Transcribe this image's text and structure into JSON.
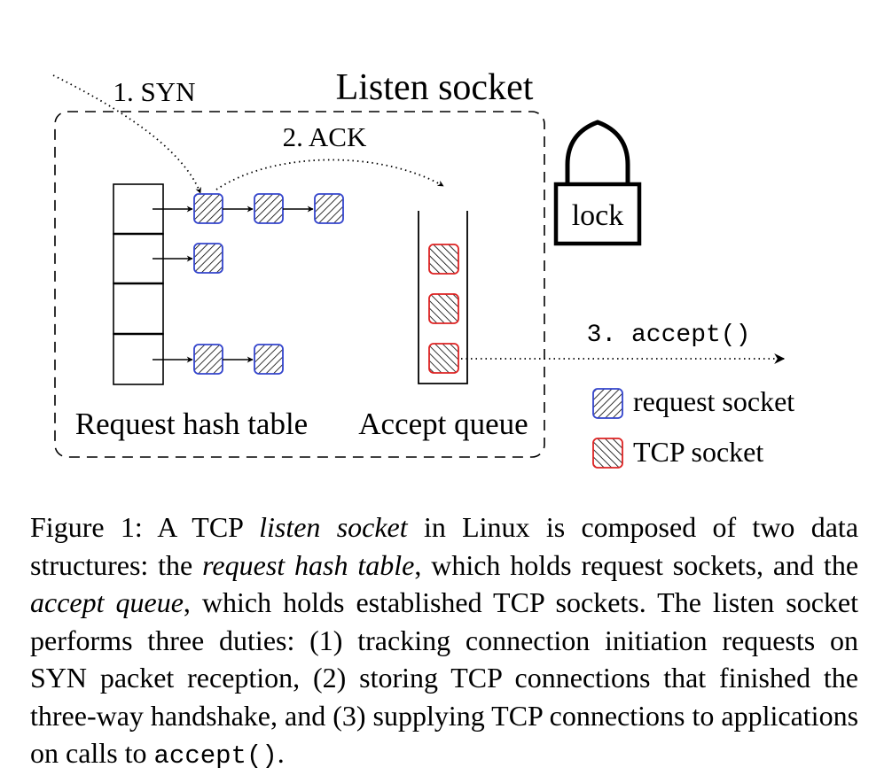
{
  "diagram": {
    "title": "Listen socket",
    "step_syn": "1. SYN",
    "step_ack": "2. ACK",
    "step_accept": "3. accept()",
    "lock_label": "lock",
    "hash_table_label": "Request hash table",
    "accept_queue_label": "Accept queue",
    "legend": {
      "request_socket": "request socket",
      "tcp_socket": "TCP socket"
    },
    "colors": {
      "request_socket_border": "#3344cc",
      "tcp_socket_border": "#dd2222",
      "stroke": "#000000"
    }
  },
  "caption": {
    "t1": "Figure 1: A TCP ",
    "e1": "listen socket",
    "t2": " in Linux is composed of two data structures: the ",
    "e2": "request hash table",
    "t3": ", which holds request sockets, and the ",
    "e3": "accept queue",
    "t4": ", which holds established TCP sockets. The listen socket performs three duties: (1) tracking connection initiation requests on SYN packet reception, (2) storing TCP connections that finished the three-way handshake, and (3) supplying TCP connections to applications on calls to ",
    "c1": "accept()",
    "t5": "."
  }
}
